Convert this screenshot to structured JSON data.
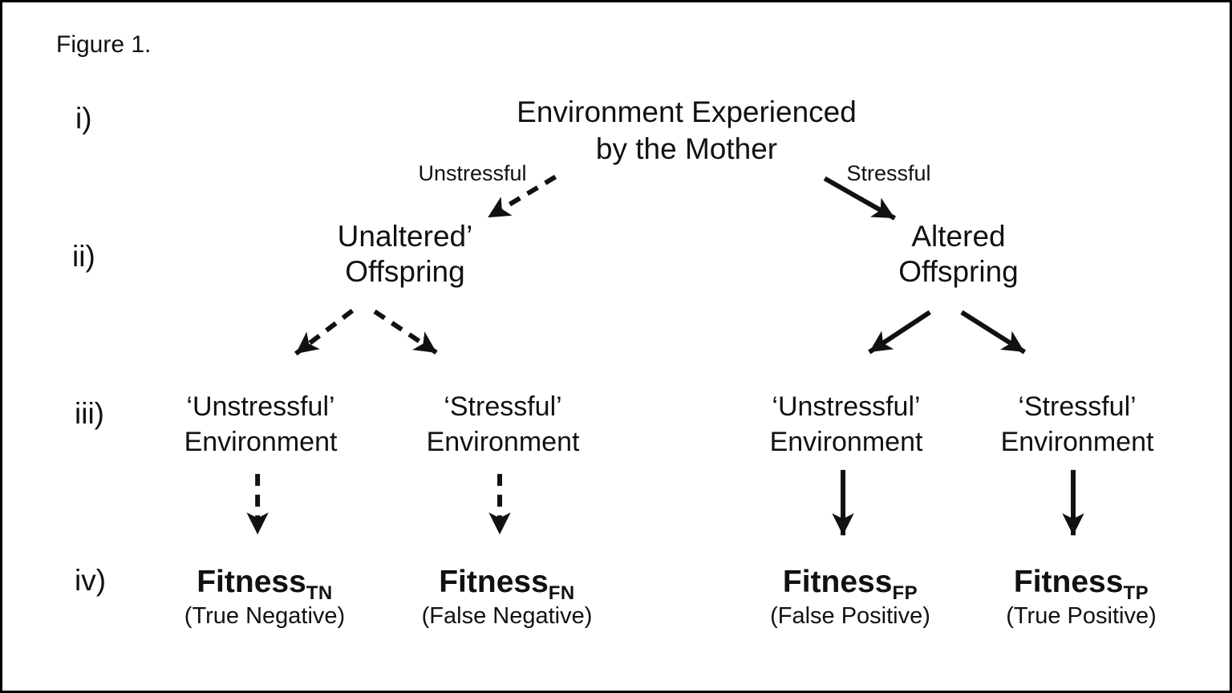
{
  "figure_label": "Figure 1.",
  "row_labels": {
    "i": "i)",
    "ii": "ii)",
    "iii": "iii)",
    "iv": "iv)"
  },
  "root": {
    "line1": "Environment Experienced",
    "line2": "by the Mother"
  },
  "branches": {
    "left_label": "Unstressful",
    "right_label": "Stressful"
  },
  "offspring_nodes": {
    "unaltered": {
      "line1": "Unaltered’",
      "line2": "Offspring"
    },
    "altered": {
      "line1": "Altered",
      "line2": "Offspring"
    }
  },
  "environment_nodes": [
    {
      "line1": "‘Unstressful’",
      "line2": "Environment"
    },
    {
      "line1": "‘Stressful’",
      "line2": "Environment"
    },
    {
      "line1": "‘Unstressful’",
      "line2": "Environment"
    },
    {
      "line1": "‘Stressful’",
      "line2": "Environment"
    }
  ],
  "fitness_outcomes": [
    {
      "label": "Fitness",
      "subscript": "TN",
      "caption": "(True Negative)"
    },
    {
      "label": "Fitness",
      "subscript": "FN",
      "caption": "(False Negative)"
    },
    {
      "label": "Fitness",
      "subscript": "FP",
      "caption": "(False Positive)"
    },
    {
      "label": "Fitness",
      "subscript": "TP",
      "caption": "(True Positive)"
    }
  ],
  "line_styles": {
    "unstressful_lineage": "dashed",
    "stressful_lineage": "solid"
  },
  "colors": {
    "ink": "#111111",
    "background": "#ffffff",
    "border": "#000000"
  }
}
